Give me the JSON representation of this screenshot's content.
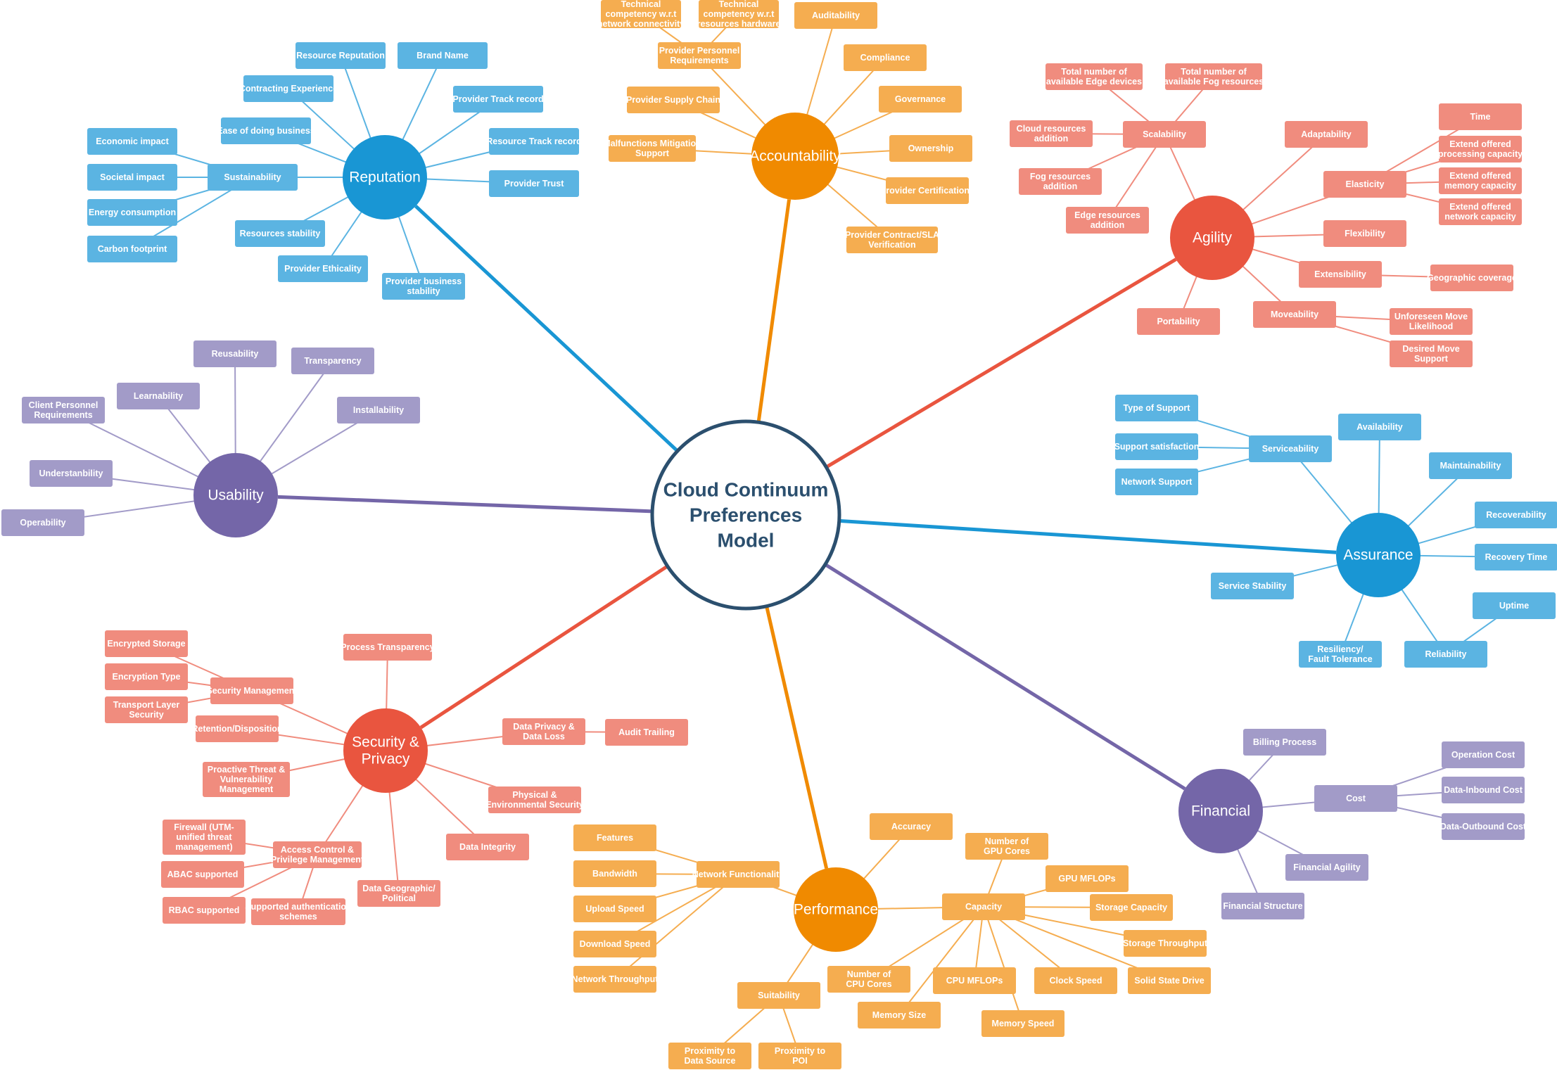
{
  "colors": {
    "Reputation": "#1996d4",
    "Accountability": "#f08a00",
    "Agility": "#e9553f",
    "Assurance": "#1996d4",
    "Financial": "#7466a8",
    "Performance": "#f08a00",
    "Security": "#e9553f",
    "Usability": "#7466a8",
    "center": "#2b4f6e"
  },
  "diagram": {
    "center": [
      "Cloud Continuum",
      "Preferences",
      "Model"
    ],
    "branches": {
      "Reputation": {
        "label": [
          "Reputation"
        ],
        "children": {
          "resource_reputation": [
            "Resource Reputation"
          ],
          "brand_name": [
            "Brand Name"
          ],
          "contracting_experience": [
            "Contracting Experience"
          ],
          "provider_track_record": [
            "Provider Track record"
          ],
          "ease_of_doing_business": [
            "Ease of doing business"
          ],
          "resource_track_record": [
            "Resource Track record"
          ],
          "sustainability": [
            "Sustainability"
          ],
          "economic_impact": [
            "Economic impact"
          ],
          "societal_impact": [
            "Societal impact"
          ],
          "energy_consumption": [
            "Energy consumption"
          ],
          "carbon_footprint": [
            "Carbon footprint"
          ],
          "provider_trust": [
            "Provider Trust"
          ],
          "resources_stability": [
            "Resources stability"
          ],
          "provider_ethicality": [
            "Provider Ethicality"
          ],
          "provider_business_stability": [
            "Provider business",
            "stability"
          ]
        }
      },
      "Accountability": {
        "label": [
          "Accountability"
        ],
        "children": {
          "tech_comp_network": [
            "Technical",
            "competency w.r.t",
            "network connectivity"
          ],
          "tech_comp_hardware": [
            "Technical",
            "competency w.r.t",
            "resources hardware"
          ],
          "auditability": [
            "Auditability"
          ],
          "provider_personnel_requirements": [
            "Provider Personnel",
            "Requirements"
          ],
          "compliance": [
            "Compliance"
          ],
          "provider_supply_chain": [
            "Provider Supply Chain"
          ],
          "governance": [
            "Governance"
          ],
          "malfunctions_mitigation_support": [
            "Malfunctions Mitigation",
            "Support"
          ],
          "ownership": [
            "Ownership"
          ],
          "provider_certifications": [
            "Provider Certifications"
          ],
          "provider_contract_sla": [
            "Provider Contract/SLA",
            "Verification"
          ]
        }
      },
      "Agility": {
        "label": [
          "Agility"
        ],
        "children": {
          "total_edge_devices": [
            "Total number of",
            "available Edge devices"
          ],
          "total_fog_resources": [
            "Total number of",
            "available Fog resources"
          ],
          "cloud_resources_addition": [
            "Cloud resources",
            "addition"
          ],
          "scalability": [
            "Scalability"
          ],
          "fog_resources_addition": [
            "Fog resources",
            "addition"
          ],
          "edge_resources_addition": [
            "Edge resources",
            "addition"
          ],
          "adaptability": [
            "Adaptability"
          ],
          "time": [
            "Time"
          ],
          "extend_processing": [
            "Extend offered",
            "processing capacity"
          ],
          "elasticity": [
            "Elasticity"
          ],
          "extend_memory": [
            "Extend offered",
            "memory capacity"
          ],
          "extend_network": [
            "Extend offered",
            "network capacity"
          ],
          "flexibility": [
            "Flexibility"
          ],
          "extensibility": [
            "Extensibility"
          ],
          "geographic_coverage": [
            "Geographic coverage"
          ],
          "portability": [
            "Portability"
          ],
          "moveability": [
            "Moveability"
          ],
          "unforeseen_move": [
            "Unforeseen Move",
            "Likelihood"
          ],
          "desired_move": [
            "Desired Move",
            "Support"
          ]
        }
      },
      "Assurance": {
        "label": [
          "Assurance"
        ],
        "children": {
          "type_of_support": [
            "Type of Support"
          ],
          "support_satisfaction": [
            "Support satisfaction"
          ],
          "network_support": [
            "Network Support"
          ],
          "serviceability": [
            "Serviceability"
          ],
          "availability": [
            "Availability"
          ],
          "maintainability": [
            "Maintainability"
          ],
          "recoverability": [
            "Recoverability"
          ],
          "recovery_time": [
            "Recovery Time"
          ],
          "service_stability": [
            "Service Stability"
          ],
          "uptime": [
            "Uptime"
          ],
          "resiliency": [
            "Resiliency/",
            "Fault Tolerance"
          ],
          "reliability": [
            "Reliability"
          ]
        }
      },
      "Financial": {
        "label": [
          "Financial"
        ],
        "children": {
          "billing_process": [
            "Billing Process"
          ],
          "operation_cost": [
            "Operation Cost"
          ],
          "cost": [
            "Cost"
          ],
          "data_inbound_cost": [
            "Data-Inbound Cost"
          ],
          "data_outbound_cost": [
            "Data-Outbound Cost"
          ],
          "financial_agility": [
            "Financial Agility"
          ],
          "financial_structure": [
            "Financial Structure"
          ]
        }
      },
      "Performance": {
        "label": [
          "Performance"
        ],
        "children": {
          "accuracy": [
            "Accuracy"
          ],
          "features": [
            "Features"
          ],
          "number_gpu_cores": [
            "Number of",
            "GPU Cores"
          ],
          "bandwidth": [
            "Bandwidth"
          ],
          "network_functionality": [
            "Network Functionality"
          ],
          "gpu_mflops": [
            "GPU MFLOPs"
          ],
          "upload_speed": [
            "Upload Speed"
          ],
          "capacity": [
            "Capacity"
          ],
          "storage_capacity": [
            "Storage Capacity"
          ],
          "download_speed": [
            "Download Speed"
          ],
          "storage_throughput": [
            "Storage Throughput"
          ],
          "network_throughput": [
            "Network Throughput"
          ],
          "number_cpu_cores": [
            "Number of",
            "CPU Cores"
          ],
          "cpu_mflops": [
            "CPU MFLOPs"
          ],
          "clock_speed": [
            "Clock Speed"
          ],
          "solid_state_drive": [
            "Solid State Drive"
          ],
          "suitability": [
            "Suitability"
          ],
          "memory_size": [
            "Memory Size"
          ],
          "memory_speed": [
            "Memory Speed"
          ],
          "proximity_data_source": [
            "Proximity to",
            "Data Source"
          ],
          "proximity_poi": [
            "Proximity to",
            "POI"
          ]
        }
      },
      "Security": {
        "label": [
          "Security &",
          "Privacy"
        ],
        "children": {
          "encrypted_storage": [
            "Encrypted Storage"
          ],
          "process_transparency": [
            "Process Transparency"
          ],
          "encryption_type": [
            "Encryption Type"
          ],
          "security_management": [
            "Security Management"
          ],
          "transport_layer_security": [
            "Transport Layer",
            "Security"
          ],
          "retention_disposition": [
            "Retention/Disposition"
          ],
          "data_privacy_loss": [
            "Data Privacy &",
            "Data Loss"
          ],
          "audit_trailing": [
            "Audit Trailing"
          ],
          "proactive_threat": [
            "Proactive Threat &",
            "Vulnerability",
            "Management"
          ],
          "physical_env_security": [
            "Physical &",
            "Environmental Security"
          ],
          "firewall": [
            "Firewall  (UTM-",
            "unified threat",
            "management)"
          ],
          "data_integrity": [
            "Data Integrity"
          ],
          "access_control": [
            "Access Control &",
            "Privilege Management"
          ],
          "abac_supported": [
            "ABAC supported"
          ],
          "data_geographic": [
            "Data Geographic/",
            "Political"
          ],
          "rbac_supported": [
            "RBAC supported"
          ],
          "supported_auth": [
            "Supported authentication",
            "schemes"
          ]
        }
      },
      "Usability": {
        "label": [
          "Usability"
        ],
        "children": {
          "reusability": [
            "Reusability"
          ],
          "transparency": [
            "Transparency"
          ],
          "learnability": [
            "Learnability"
          ],
          "client_personnel_requirements": [
            "Client Personnel",
            "Requirements"
          ],
          "installability": [
            "Installability"
          ],
          "understanbility": [
            "Understanbility"
          ],
          "operability": [
            "Operability"
          ]
        }
      }
    }
  }
}
